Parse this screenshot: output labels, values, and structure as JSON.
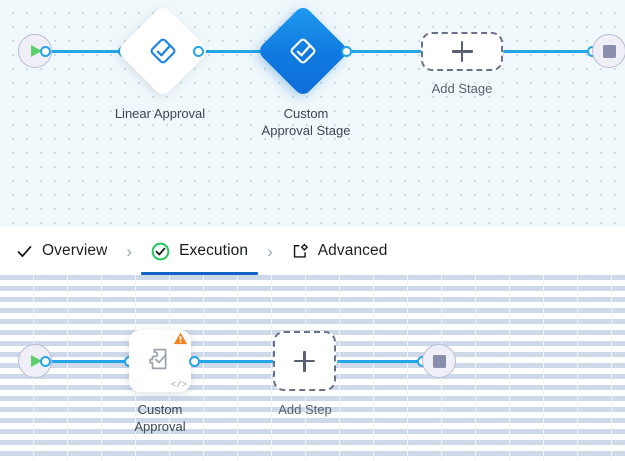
{
  "theme": {
    "edge_color": "#24a5e8",
    "accent_blue": "#1079e0",
    "tab_underline": "#1463c6",
    "warning_orange": "#f5811f",
    "success_green": "#22c55e",
    "start_green": "#5fd069",
    "stop_gray": "#8b8fad"
  },
  "stage_canvas": {
    "name": "stage-flow-canvas",
    "start_node": {
      "icon": "play-icon",
      "title": "Start"
    },
    "end_node": {
      "icon": "stop-icon",
      "title": "End"
    },
    "nodes": [
      {
        "id": "linear-approval",
        "label": "Linear Approval",
        "icon": "approval-diamond-icon",
        "selected": false
      },
      {
        "id": "custom-approval-stage",
        "label": "Custom\nApproval Stage",
        "icon": "approval-diamond-icon",
        "selected": true
      }
    ],
    "add_button": {
      "label": "Add Stage",
      "icon": "plus-icon"
    }
  },
  "tabs": {
    "name": "workflow-tabs",
    "separator": "›",
    "items": [
      {
        "id": "overview",
        "label": "Overview",
        "icon": "check-icon",
        "active": false
      },
      {
        "id": "execution",
        "label": "Execution",
        "icon": "check-circle-icon",
        "active": true
      },
      {
        "id": "advanced",
        "label": "Advanced",
        "icon": "document-gear-icon",
        "active": false
      }
    ]
  },
  "step_canvas": {
    "name": "step-flow-canvas",
    "start_node": {
      "icon": "play-icon",
      "title": "Start"
    },
    "end_node": {
      "icon": "stop-icon",
      "title": "End"
    },
    "nodes": [
      {
        "id": "custom-approval",
        "label": "Custom\nApproval",
        "icon": "task-check-icon",
        "badge_warning": "warning-icon",
        "badge_code": "</>"
      }
    ],
    "add_button": {
      "label": "Add Step",
      "icon": "plus-icon"
    }
  }
}
